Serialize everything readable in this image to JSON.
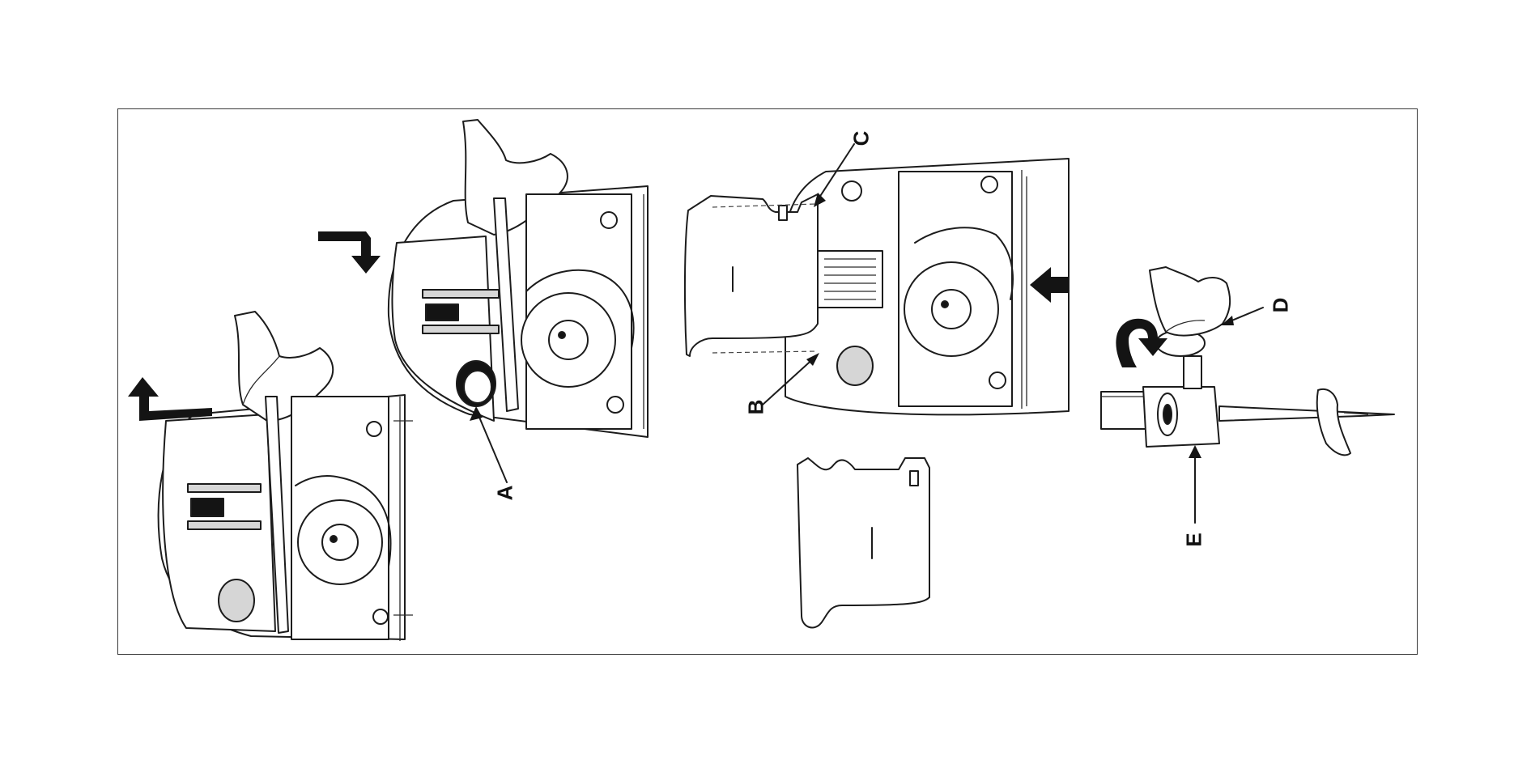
{
  "figure": {
    "labels": {
      "a": "A",
      "b": "B",
      "c": "C",
      "d": "D",
      "e": "E"
    },
    "icons": [
      "arrow-up-curved-icon",
      "arrow-down-curved-icon",
      "arrow-up-icon",
      "arrow-rotate-icon"
    ]
  }
}
